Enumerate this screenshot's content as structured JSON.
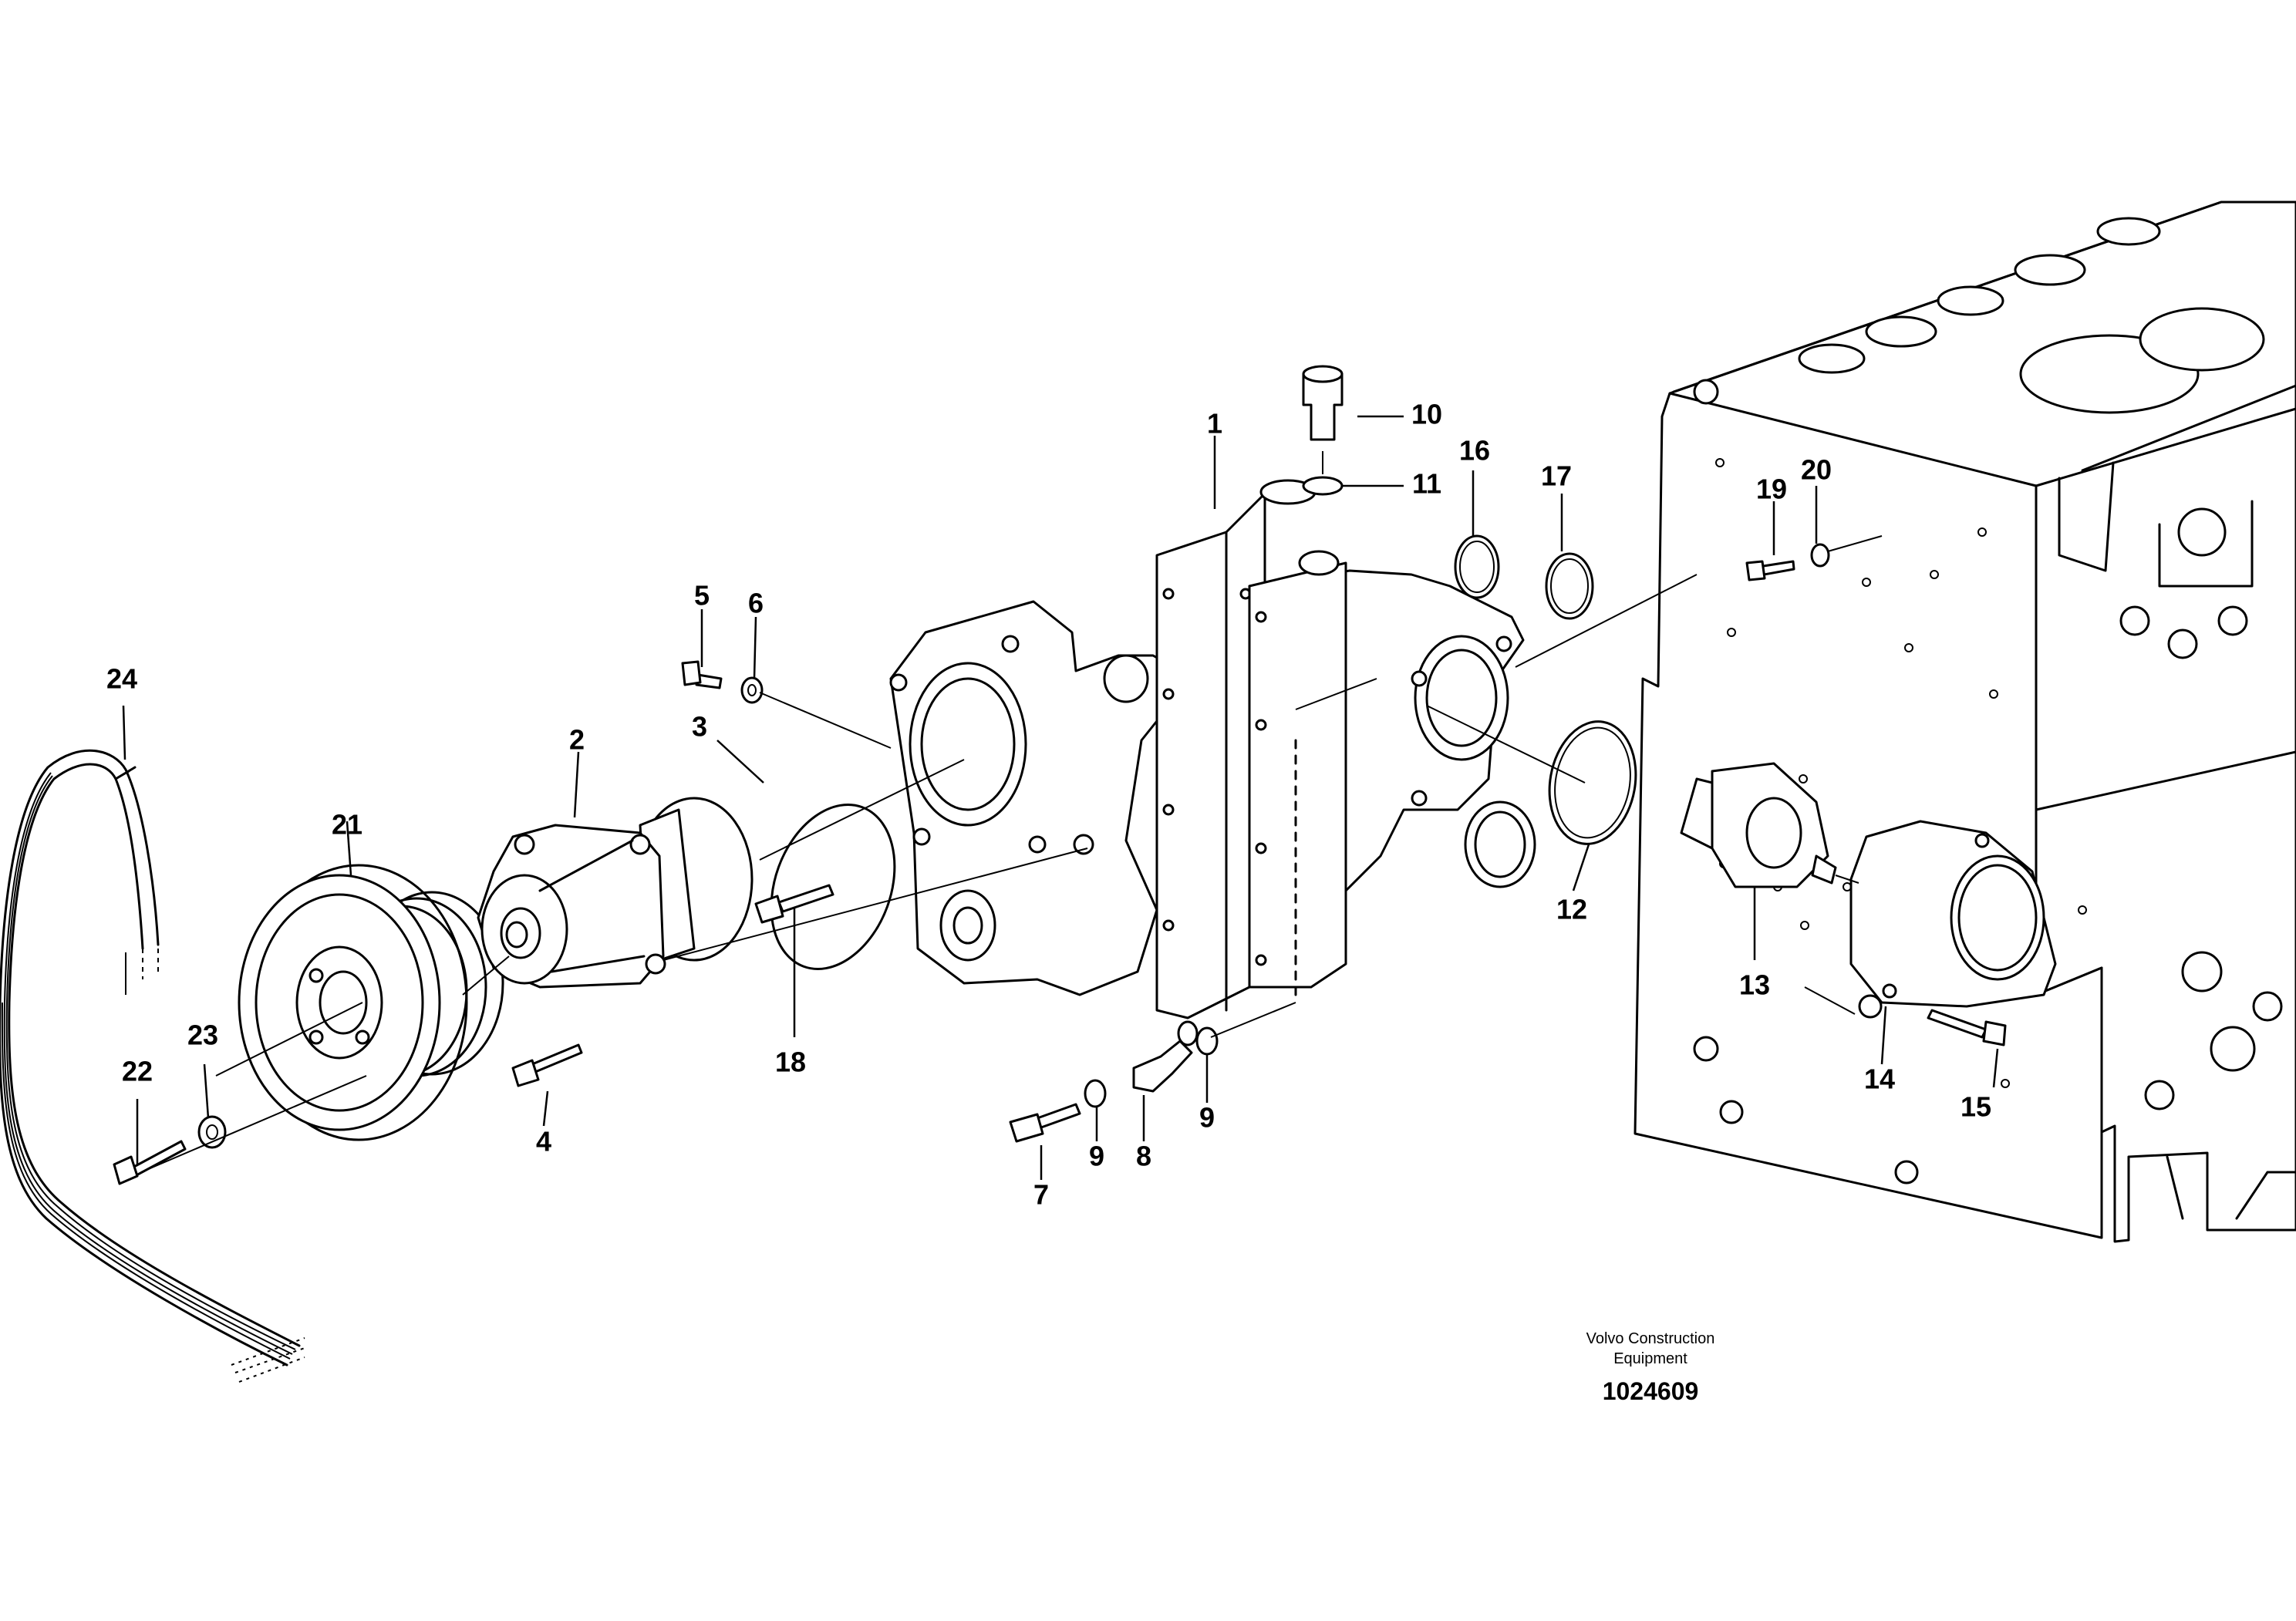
{
  "diagram": {
    "part_labels": [
      "1",
      "2",
      "3",
      "4",
      "5",
      "6",
      "7",
      "8",
      "9",
      "9",
      "10",
      "11",
      "12",
      "13",
      "14",
      "15",
      "16",
      "17",
      "18",
      "19",
      "20",
      "21",
      "22",
      "23",
      "24"
    ],
    "caption_line1": "Volvo Construction",
    "caption_line2": "Equipment",
    "drawing_number": "1024609"
  }
}
